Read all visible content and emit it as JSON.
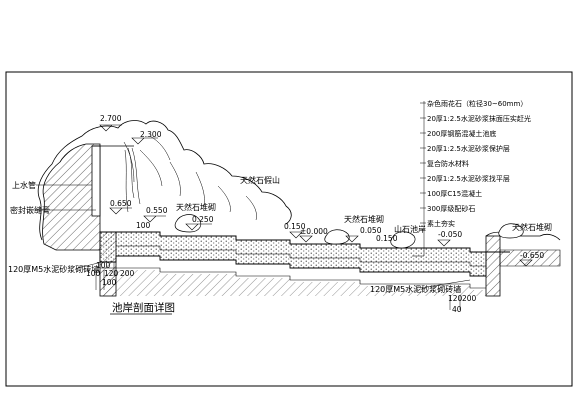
{
  "drawing": {
    "title": "池岸剖面详图",
    "labels": {
      "rockery": "天然石假山",
      "rock_pile_1": "天然石堆砌",
      "rock_pile_2": "天然石堆砌",
      "rock_pile_3": "天然石堆砌",
      "mountain_pool_bank": "山石池岸",
      "water_inlet": "上水管",
      "sealant": "密封嵌缝膏",
      "wall_left": "120厚M5水泥砂浆砌砖墙",
      "wall_right": "120厚M5水泥砂浆砌砖墙"
    },
    "elevations": {
      "e1": "2.700",
      "e2": "2.300",
      "e3": "0.650",
      "e4": "0.550",
      "e5": "0.250",
      "e6": "100",
      "e7": "0.150",
      "e8": "±0.000",
      "e9": "0.050",
      "e10": "0.150",
      "e11": "-0.050",
      "e12": "-0.650"
    },
    "dimensions": {
      "d1": "100",
      "d2": "100",
      "d3": "120",
      "d4": "200",
      "d5": "100",
      "d6": "120",
      "d7": "200",
      "d8": "40"
    },
    "layers": [
      "杂色雨花石（粒径30~60mm）",
      "20厚1:2.5水泥砂浆抹面压实赶光",
      "200厚钢筋混凝土池底",
      "20厚1:2.5水泥砂浆保护层",
      "复合防水材料",
      "20厚1:2.5水泥砂浆找平层",
      "100厚C15混凝土",
      "300厚级配砂石",
      "素土夯实"
    ]
  }
}
